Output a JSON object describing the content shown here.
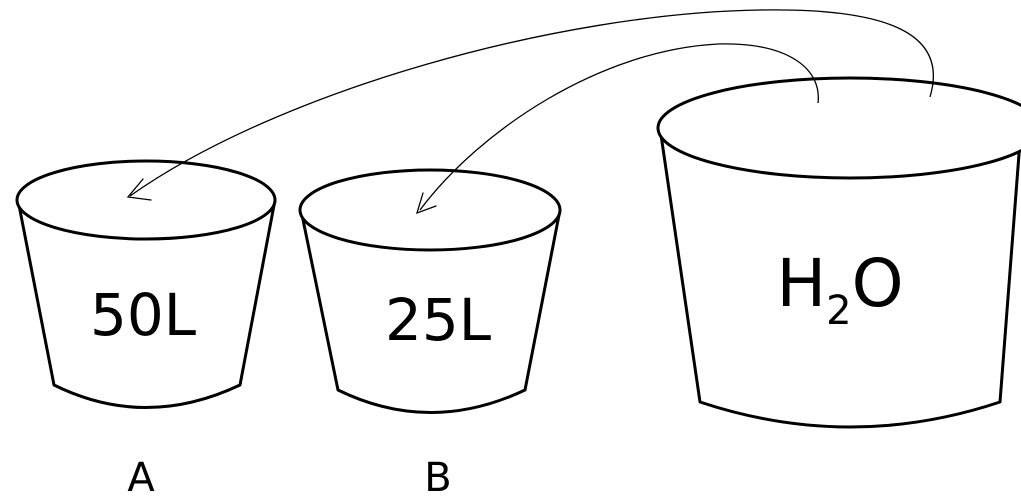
{
  "containers": [
    {
      "id": "A",
      "label": "A",
      "volume": "50L"
    },
    {
      "id": "B",
      "label": "B",
      "volume": "25L"
    }
  ],
  "source": {
    "formula_main": "H",
    "formula_subscript": "2",
    "formula_end": "O"
  },
  "colors": {
    "stroke": "#000000",
    "fill": "#ffffff"
  }
}
